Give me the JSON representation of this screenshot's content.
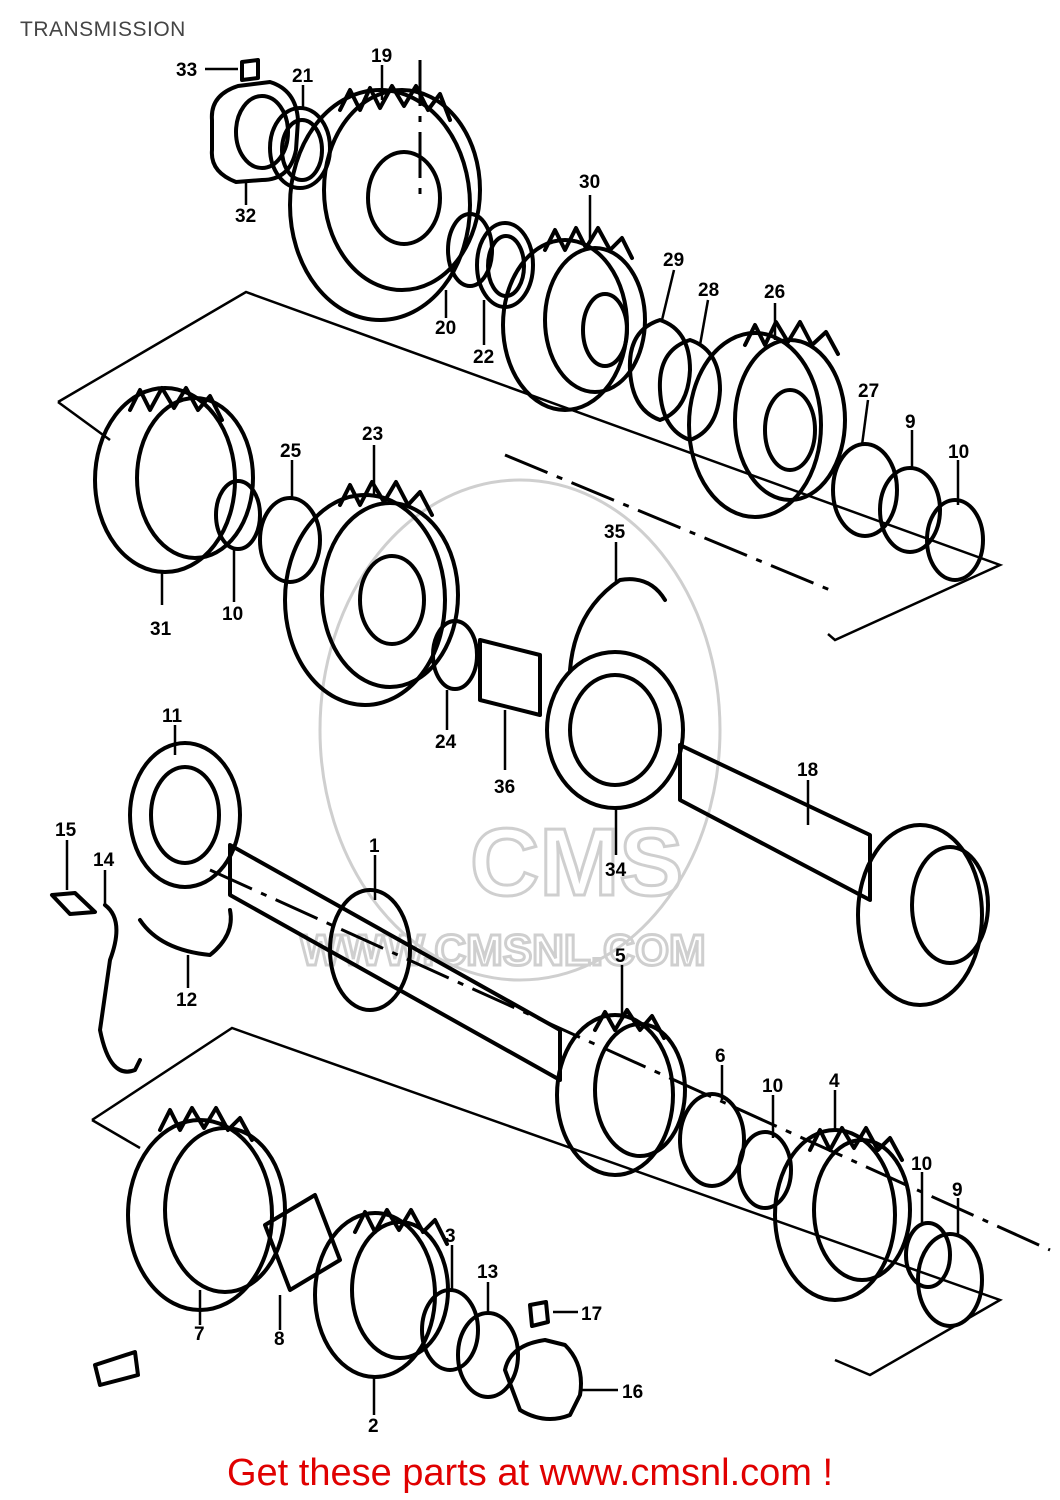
{
  "title": "TRANSMISSION",
  "footer_text": "Get these parts at www.cmsnl.com !",
  "watermark": {
    "logo": "CMS",
    "url": "WWW.CMSNL.COM",
    "color": "#cfcfcf"
  },
  "colors": {
    "line": "#000000",
    "footer": "#e00000",
    "title": "#444444"
  },
  "callouts": [
    "1",
    "2",
    "3",
    "4",
    "5",
    "6",
    "7",
    "8",
    "9",
    "9",
    "10",
    "10",
    "10",
    "10",
    "11",
    "12",
    "13",
    "14",
    "15",
    "16",
    "17",
    "18",
    "19",
    "20",
    "21",
    "22",
    "23",
    "24",
    "25",
    "26",
    "27",
    "28",
    "29",
    "30",
    "31",
    "32",
    "33",
    "34",
    "35",
    "36"
  ]
}
